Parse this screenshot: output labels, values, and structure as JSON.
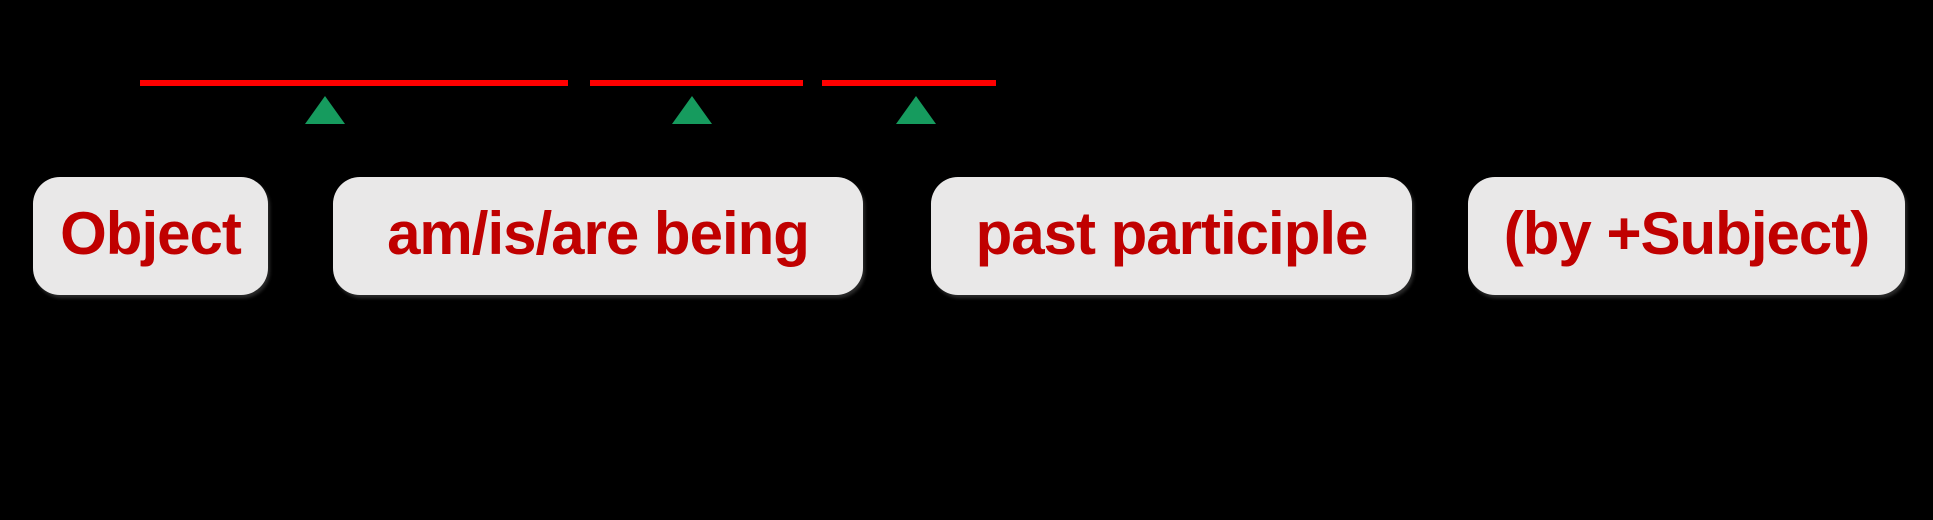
{
  "diagram": {
    "description": "Passive voice sentence structure diagram",
    "background_color": "#000000",
    "colors": {
      "underline_red": "#ff0000",
      "label_text_red": "#c00000",
      "box_gray": "#e9e8e8",
      "marker_green": "#169b5e"
    },
    "underlines": {
      "count": 3,
      "note": "three red blank-line segments above the phrase boxes"
    },
    "markers": {
      "count": 3,
      "icon": "triangle-up-marker-icon"
    },
    "boxes": [
      {
        "label": "Object"
      },
      {
        "label": "am/is/are being"
      },
      {
        "label": "past participle"
      },
      {
        "label": "(by +Subject)"
      }
    ]
  }
}
